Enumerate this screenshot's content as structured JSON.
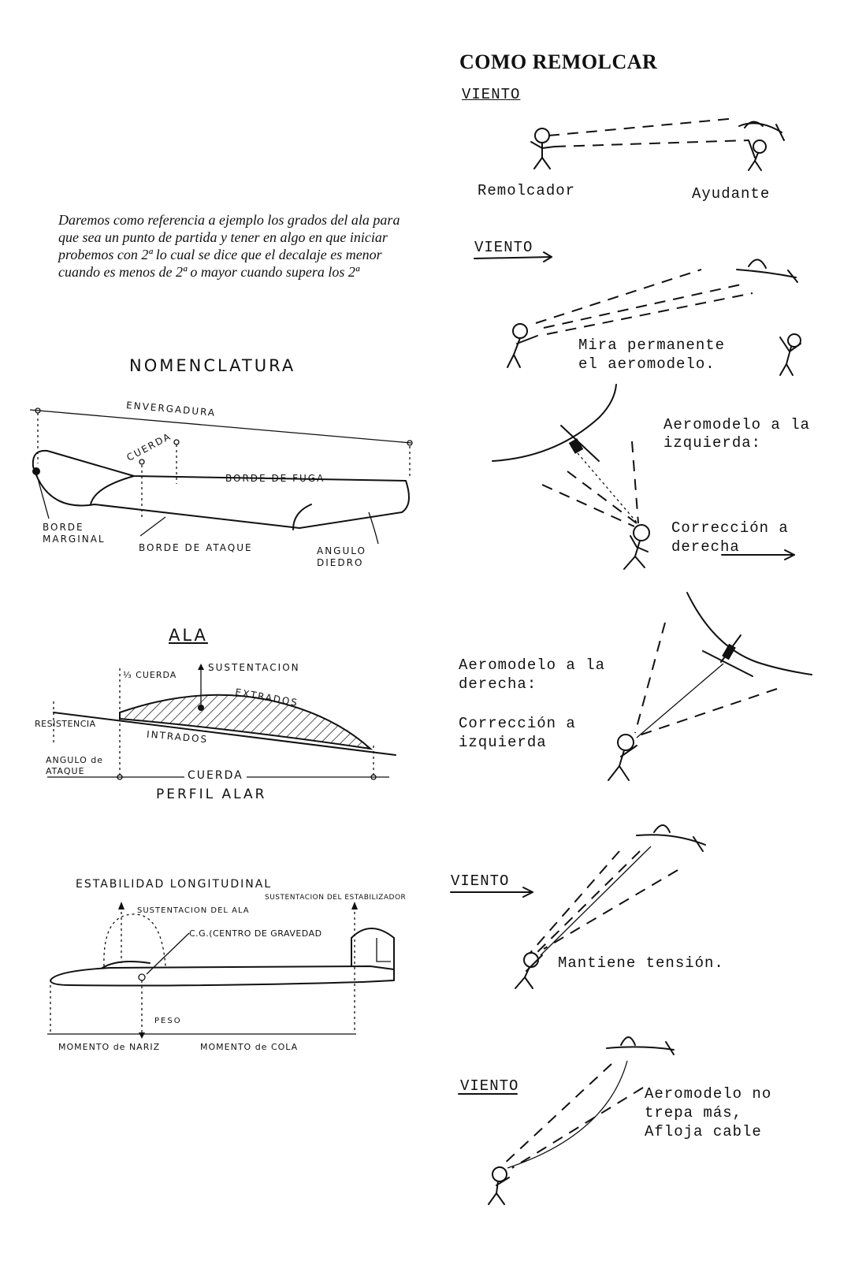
{
  "right": {
    "title": "COMO REMOLCAR",
    "viento": "VIENTO",
    "remolcador": "Remolcador",
    "ayudante": "Ayudante",
    "mira_1": "Mira permanente",
    "mira_2": "el aeromodelo.",
    "izq_1": "Aeromodelo a la",
    "izq_2": "izquierda:",
    "corr_der_1": "Corrección a",
    "corr_der_2": "derecha",
    "der_1": "Aeromodelo a la",
    "der_2": "derecha:",
    "corr_izq_1": "Corrección a",
    "corr_izq_2": "izquierda",
    "tension": "Mantiene tensión.",
    "notrepa_1": "Aeromodelo no",
    "notrepa_2": "trepa más,",
    "notrepa_3": "Afloja cable"
  },
  "left": {
    "intro": "Daremos como referencia a ejemplo los grados del ala para que sea un punto de partida y tener en algo en que iniciar probemos con 2ª lo cual se dice que el decalaje es menor cuando es menos de 2ª o mayor cuando supera los 2ª",
    "nomenclatura": {
      "title": "NOMENCLATURA",
      "envergadura": "ENVERGADURA",
      "cuerda": "CUERDA",
      "borde_fuga": "BORDE DE FUGA",
      "borde_marginal_1": "BORDE",
      "borde_marginal_2": "MARGINAL",
      "borde_ataque": "BORDE DE ATAQUE",
      "angulo_1": "ANGULO",
      "angulo_2": "DIEDRO"
    },
    "ala": {
      "title": "ALA",
      "tercio": "⅓ CUERDA",
      "sustentacion": "SUSTENTACION",
      "extrados": "EXTRADOS",
      "resistencia": "RESISTENCIA",
      "intrados": "INTRADOS",
      "angulo_1": "ANGULO de",
      "angulo_2": "ATAQUE",
      "cuerda": "CUERDA",
      "perfil": "PERFIL ALAR"
    },
    "estab": {
      "title": "ESTABILIDAD LONGITUDINAL",
      "sust_estab": "SUSTENTACION DEL ESTABILIZADOR",
      "sust_ala": "SUSTENTACION DEL ALA",
      "cg": "C.G.(CENTRO DE GRAVEDAD",
      "peso": "PESO",
      "mom_nariz": "MOMENTO de NARIZ",
      "mom_cola": "MOMENTO de COLA"
    }
  }
}
